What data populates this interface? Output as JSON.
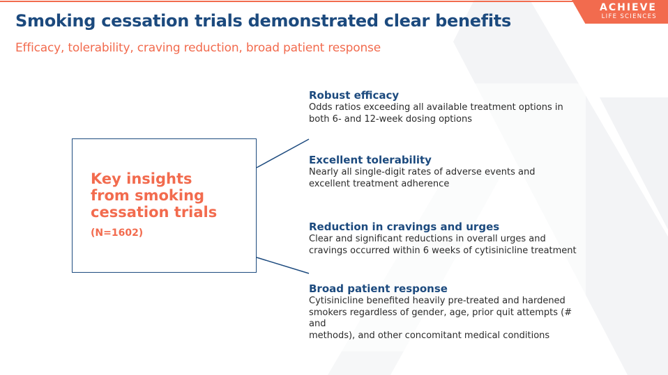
{
  "logo": {
    "name": "ACHIEVE",
    "tagline": "LIFE SCIENCES"
  },
  "title": "Smoking cessation trials demonstrated clear benefits",
  "subtitle": "Efficacy, tolerability, craving reduction, broad patient response",
  "key_box": {
    "heading": "Key insights\nfrom smoking\ncessation trials",
    "sample_size": "(N=1602)"
  },
  "insights": [
    {
      "title": "Robust efficacy",
      "text": "Odds ratios exceeding all available treatment options in\nboth 6- and 12-week dosing options"
    },
    {
      "title": "Excellent tolerability",
      "text": "Nearly all single-digit rates of adverse events and\nexcellent treatment adherence"
    },
    {
      "title": "Reduction in cravings and urges",
      "text": "Clear and significant reductions in overall urges and\ncravings occurred within 6 weeks of cytisinicline treatment"
    },
    {
      "title": "Broad patient response",
      "text": "Cytisinicline benefited heavily pre-treated and hardened\nsmokers regardless of gender, age, prior quit attempts (# and\nmethods), and other concomitant medical conditions"
    }
  ],
  "colors": {
    "navy": "#1c4a7e",
    "coral": "#f26b4e",
    "watermark": "#f3f4f6"
  }
}
